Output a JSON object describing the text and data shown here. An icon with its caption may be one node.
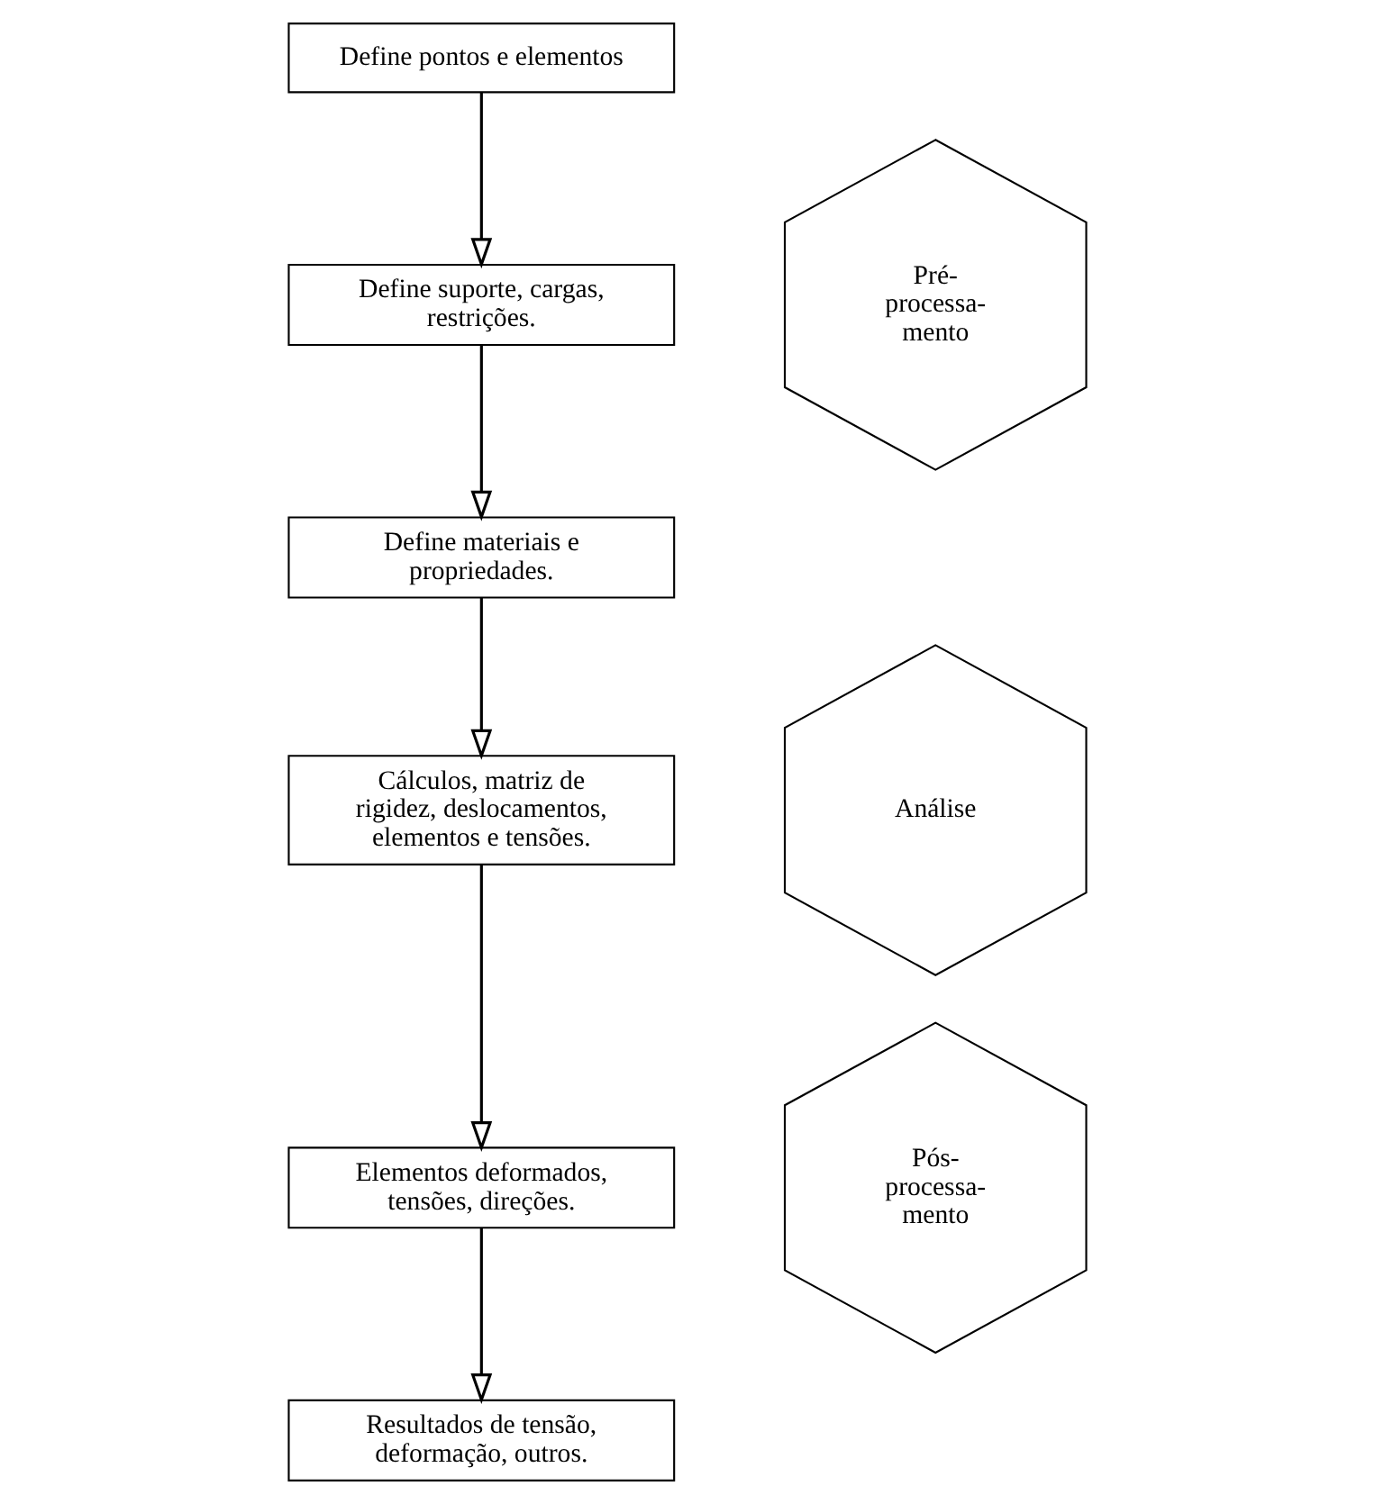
{
  "diagram": {
    "nodes": [
      {
        "text": [
          "Define pontos e elementos"
        ]
      },
      {
        "text": [
          "Pré- processa- mento"
        ]
      },
      {
        "text": [
          "Define suporte, cargas, restrições."
        ]
      },
      {
        "text": [
          "Define materiais e propriedades."
        ]
      },
      {
        "text": [
          "Análise"
        ]
      },
      {
        "text": [
          "Cálculos, matriz de rigidez, deslocamentos, elementos e tensões."
        ]
      },
      {
        "text": [
          "Pós- processa- mento"
        ]
      },
      {
        "text": [
          "Elementos deformados, tensões, direções."
        ]
      },
      {
        "text": [
          "Resultados de tensão, deformação, outros."
        ]
      }
    ],
    "edges": [
      {
        "from": 0,
        "to": 2,
        "arrow": "to"
      },
      {
        "from": 2,
        "to": 3,
        "arrow": "to"
      },
      {
        "from": 3,
        "to": 5,
        "arrow": "to"
      },
      {
        "from": 5,
        "to": 7,
        "arrow": "to"
      },
      {
        "from": 7,
        "to": 8,
        "arrow": "to"
      }
    ]
  }
}
